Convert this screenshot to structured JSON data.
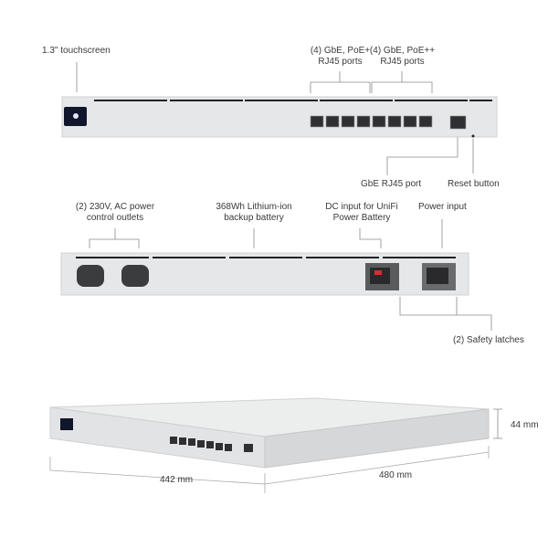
{
  "front_view": {
    "touchscreen": "1.3\" touchscreen",
    "poe_plus_ports": [
      "(4) GbE, PoE+",
      "RJ45 ports"
    ],
    "poe_plus_plus_ports": [
      "(4) GbE, PoE++",
      "RJ45 ports"
    ],
    "gbe_port": "GbE RJ45 port",
    "reset_button": "Reset button"
  },
  "rear_view": {
    "ac_outlets": [
      "(2) 230V, AC power",
      "control outlets"
    ],
    "battery": [
      "368Wh Lithium-ion",
      "backup battery"
    ],
    "dc_input": [
      "DC input for UniFi",
      "Power Battery"
    ],
    "power_input": "Power input",
    "safety_latches": "(2) Safety latches"
  },
  "dimensions": {
    "height": "44 mm",
    "width": "442 mm",
    "depth": "480 mm"
  },
  "colors": {
    "chassis": "#e4e5e7",
    "port_led": "#4cd964",
    "accent": "#2a6fdb"
  }
}
